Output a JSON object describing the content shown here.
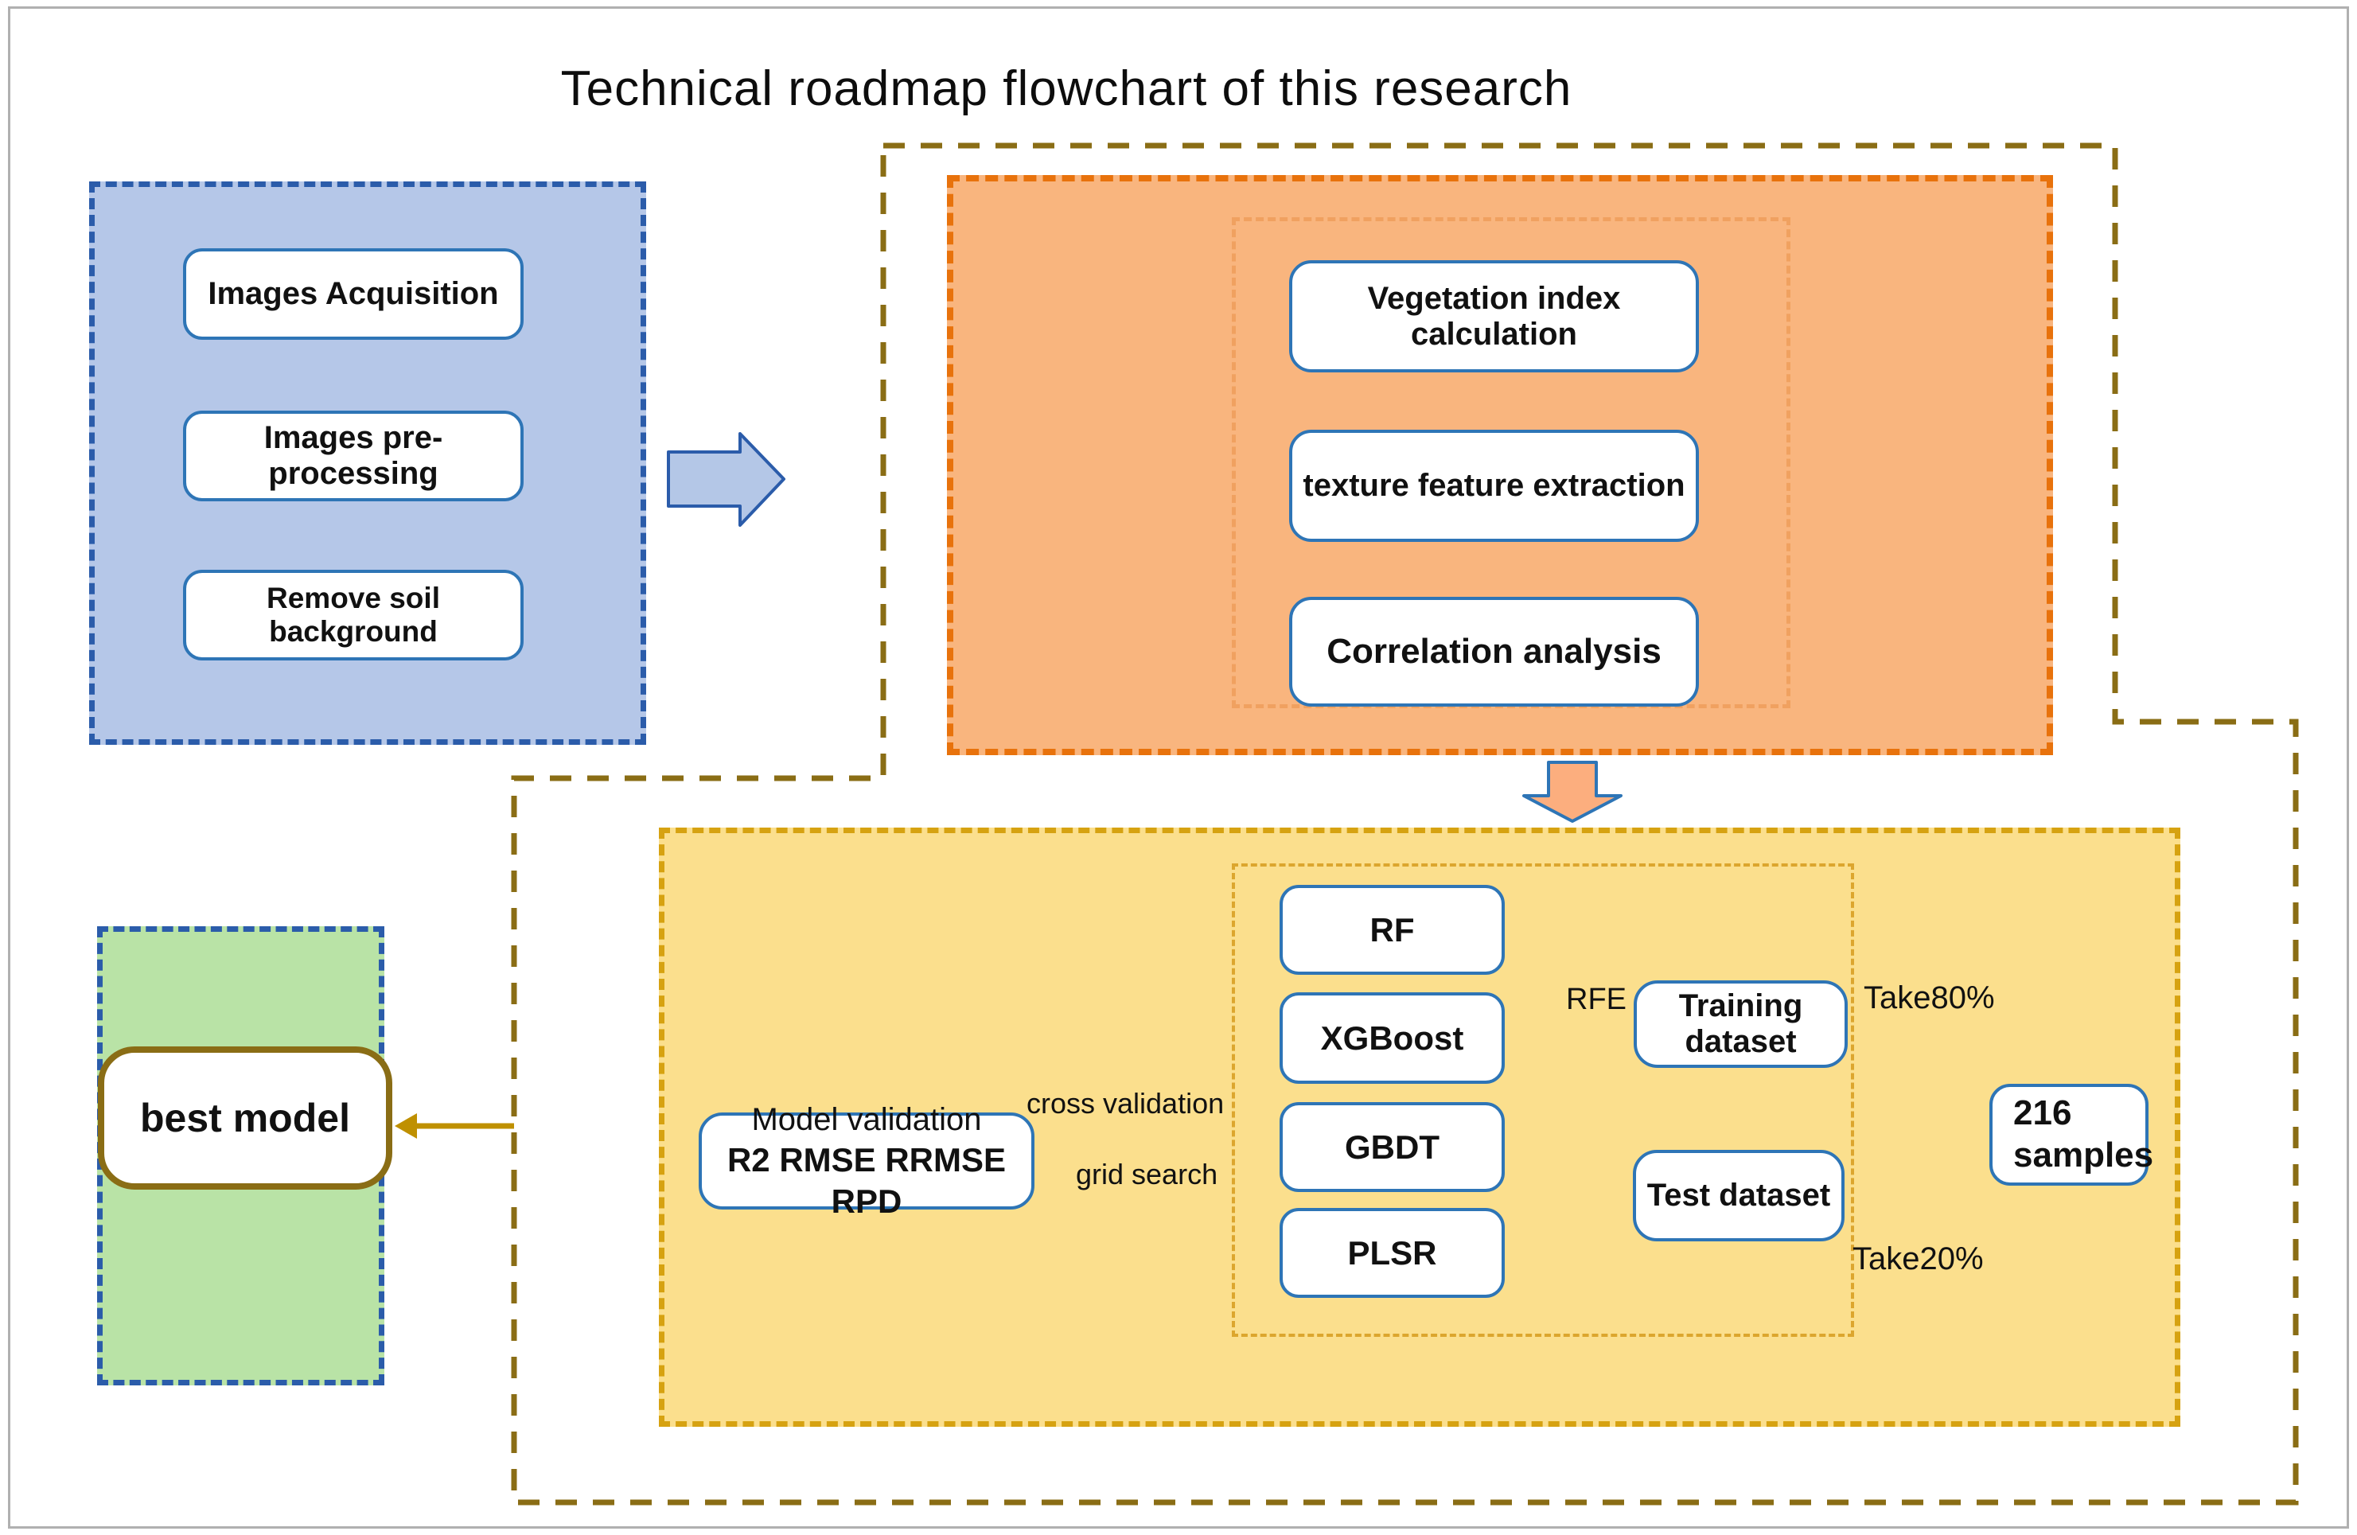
{
  "title": "Technical roadmap flowchart of this research",
  "panels": {
    "acquisition": {
      "steps": [
        "Images Acquisition",
        "Images pre-processing",
        "Remove soil background"
      ]
    },
    "features": {
      "steps": [
        "Vegetation index calculation",
        "texture feature extraction",
        "Correlation analysis"
      ]
    },
    "modeling": {
      "models": [
        "RF",
        "XGBoost",
        "GBDT",
        "PLSR"
      ],
      "training_label": "Training dataset",
      "test_label": "Test dataset",
      "samples_line1": "216",
      "samples_line2": "samples",
      "validation_line1": "Model validation",
      "validation_line2": "R2 RMSE RRMSE RPD",
      "labels": {
        "rfe": "RFE",
        "take80": "Take80%",
        "take20": "Take20%",
        "cross_validation": "cross validation",
        "grid_search": "grid search"
      }
    },
    "result": {
      "best_model": "best model"
    }
  },
  "colors": {
    "blue_panel_fill": "#b5c7e8",
    "blue_panel_border": "#2b5caa",
    "node_border_blue": "#2e75b6",
    "orange_panel_fill": "#f9b57e",
    "orange_panel_border": "#e8720c",
    "orange_inner_border": "#f0a160",
    "yellow_panel_fill": "#fbdf8d",
    "yellow_panel_border": "#d6a211",
    "yellow_inner_border": "#dca62e",
    "green_panel_fill": "#b9e3a6",
    "gold_connector": "#bf9000",
    "olive_dashed_border": "#8a6d15",
    "best_model_border": "#8a6d15",
    "frame_border": "#b0b0b0"
  }
}
